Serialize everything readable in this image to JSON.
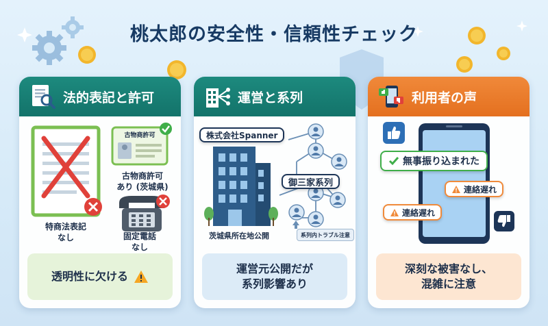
{
  "title": "桃太郎の安全性・信頼性チェック",
  "panels": {
    "legal": {
      "heading": "法的表記と許可",
      "permit_card_title": "古物商許可",
      "item1_line1": "特商法表記",
      "item1_line2": "なし",
      "item2_line1": "古物商許可",
      "item2_line2": "あり (茨城県)",
      "item3_line1": "固定電話",
      "item3_line2": "なし",
      "footer": "透明性に欠ける"
    },
    "operation": {
      "heading": "運営と系列",
      "company_label": "株式会社Spanner",
      "group_label": "御三家系列",
      "location_label": "茨城県所在地公開",
      "trouble_label": "系列内トラブル注意",
      "footer_line1": "運営元公開だが",
      "footer_line2": "系列影響あり"
    },
    "reviews": {
      "heading": "利用者の声",
      "positive": "無事振り込まれた",
      "delay1": "連絡遅れ",
      "delay2": "連絡遅れ",
      "footer_line1": "深刻な被害なし、",
      "footer_line2": "混雑に注意"
    }
  },
  "colors": {
    "teal": "#13736a",
    "orange": "#e4701f",
    "navy": "#173a63",
    "danger": "#e0413a",
    "ok": "#3fae49",
    "warn": "#f5a623"
  }
}
